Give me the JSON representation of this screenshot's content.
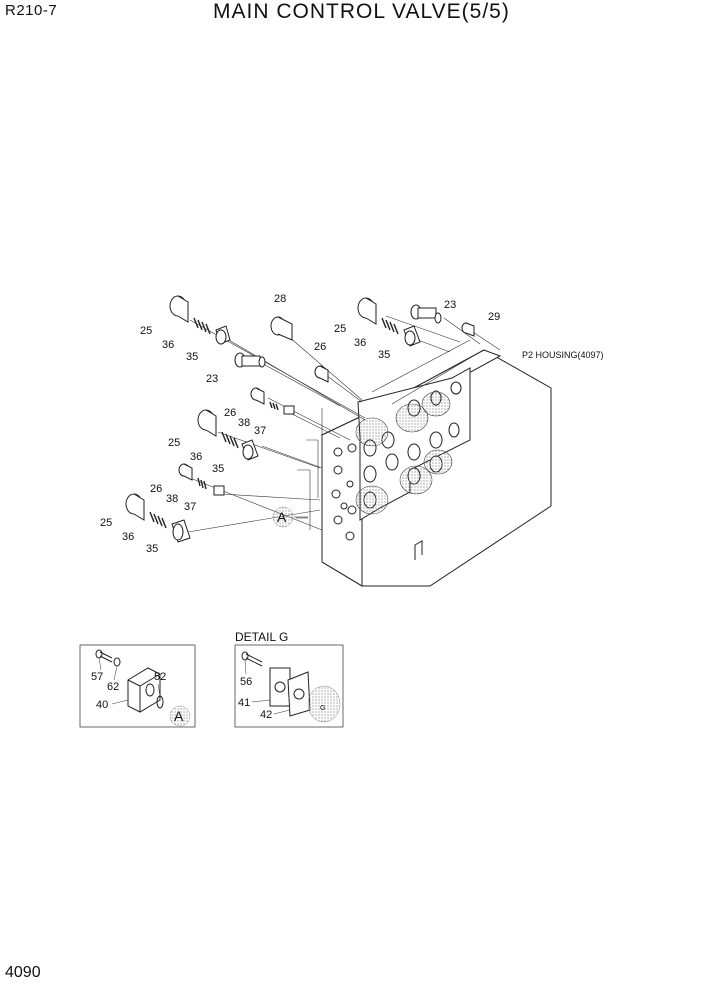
{
  "header": {
    "model": "R210-7",
    "title": "MAIN CONTROL VALVE(5/5)"
  },
  "footer": {
    "page_number": "4090"
  },
  "main_diagram": {
    "housing_label": "P2 HOUSING(4097)",
    "detail_callout": "A",
    "callouts": [
      "28",
      "25",
      "36",
      "35",
      "23",
      "26",
      "23",
      "25",
      "36",
      "35",
      "29",
      "26",
      "38",
      "37",
      "25",
      "36",
      "35",
      "26",
      "38",
      "37",
      "25",
      "36",
      "35"
    ]
  },
  "detail_a": {
    "callouts": [
      "57",
      "62",
      "52",
      "40"
    ],
    "marker": "A"
  },
  "detail_g": {
    "title": "DETAIL  G",
    "callouts": [
      "56",
      "41",
      "42"
    ],
    "marker": "G"
  }
}
